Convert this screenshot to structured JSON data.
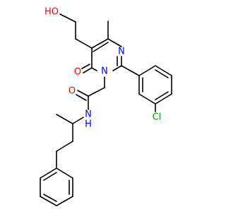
{
  "molecule": {
    "atoms": {
      "hydroxyl": "HO",
      "carbonyl_oxygen_ring": "O",
      "ring_nitrogen_upper": "N",
      "ring_nitrogen_lower": "N",
      "amide_oxygen": "O",
      "amide_nitrogen": "N",
      "amide_hydrogen": "H",
      "chlorine": "Cl"
    },
    "colors": {
      "oxygen": "#ff0000",
      "nitrogen": "#0000ff",
      "chlorine": "#00a000",
      "bond": "#000000"
    }
  }
}
